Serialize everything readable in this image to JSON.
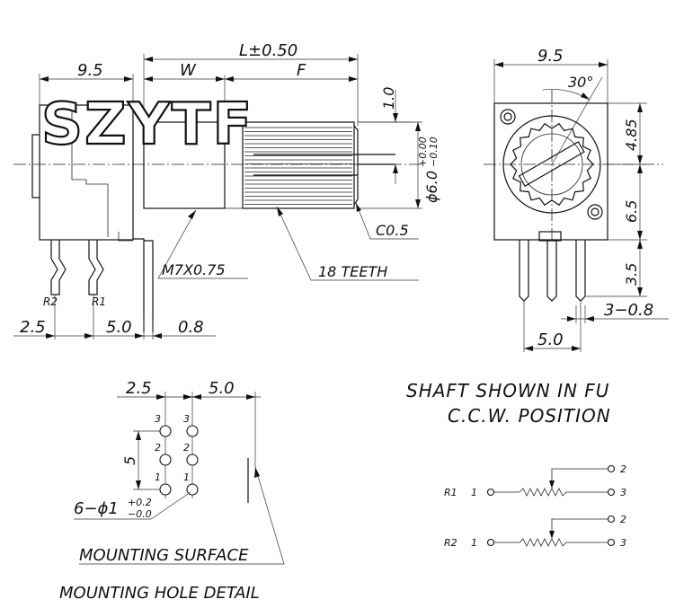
{
  "watermark": "SZYTF",
  "front_view": {
    "dim_overall_length": "L±0.50",
    "dim_w": "W",
    "dim_f": "F",
    "dim_body_width": "9.5",
    "dim_flat": "1.0",
    "dim_shaft_dia": "ϕ6.0",
    "dim_shaft_tol_upper": "+0.00",
    "dim_shaft_tol_lower": "−0.10",
    "chamfer": "C0.5",
    "thread": "M7X0.75",
    "teeth": "18 TEETH",
    "pin_r2": "R2",
    "pin_r1": "R1",
    "dim_pitch_a": "2.5",
    "dim_pitch_b": "5.0",
    "dim_bracket": "0.8"
  },
  "side_view": {
    "dim_width": "9.5",
    "angle": "30°",
    "dim_upper": "4.85",
    "dim_lower": "6.5",
    "dim_pin": "3.5",
    "pin_spec": "3−0.8",
    "dim_pin_span": "5.0"
  },
  "hole_detail": {
    "dim_a": "2.5",
    "dim_b": "5.0",
    "dim_v": "5",
    "hole_spec": "6−ϕ1",
    "hole_tol_upper": "+0.2",
    "hole_tol_lower": "−0.0",
    "labels_left": [
      "3",
      "2",
      "1"
    ],
    "labels_right": [
      "3",
      "2",
      "1"
    ],
    "mounting_surface": "MOUNTING SURFACE",
    "title": "MOUNTING HOLE DETAIL"
  },
  "notes": {
    "line1": "SHAFT SHOWN IN FU",
    "line2": "C.C.W. POSITION"
  },
  "schematic": {
    "r1": {
      "label": "R1",
      "terminal_in": "1",
      "terminal_wiper": "2",
      "terminal_out": "3"
    },
    "r2": {
      "label": "R2",
      "terminal_in": "1",
      "terminal_wiper": "2",
      "terminal_out": "3"
    }
  }
}
